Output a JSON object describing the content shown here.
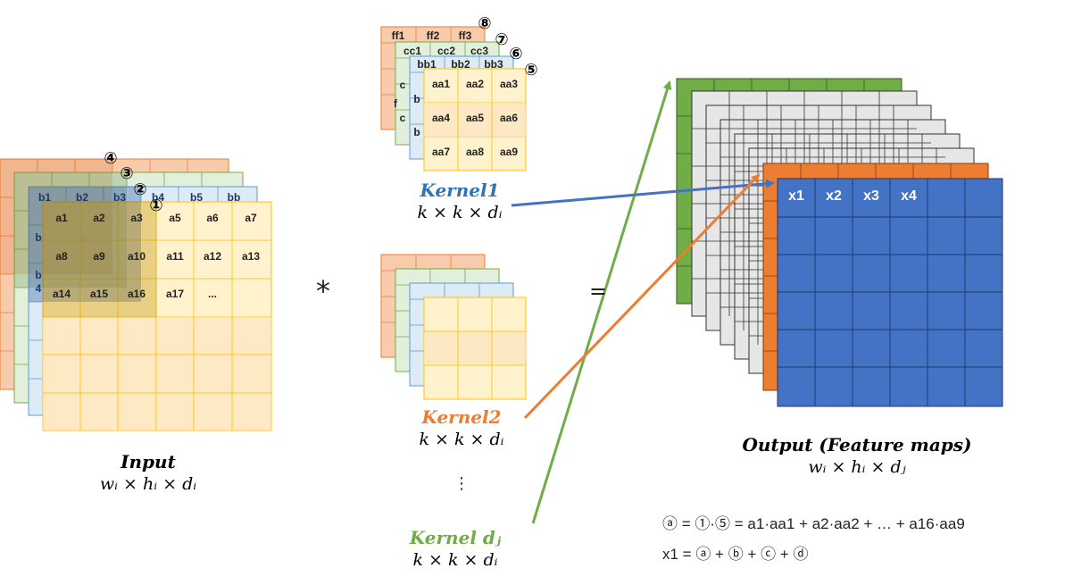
{
  "input": {
    "title": "Input",
    "dims": "wᵢ × hᵢ × dᵢ",
    "cells_a": [
      "a1",
      "a2",
      "a3",
      "a5",
      "a6",
      "a7",
      "a8",
      "a9",
      "a10",
      "a11",
      "a12",
      "a13",
      "a14",
      "a15",
      "a16",
      "a17",
      "..."
    ],
    "cells_b": [
      "b1",
      "b2",
      "b3",
      "b4",
      "b5",
      "bb"
    ],
    "frag_b": "b",
    "frag_4": "4",
    "markers": [
      "①",
      "②",
      "③",
      "④"
    ]
  },
  "kernel1": {
    "title": "Kernel1",
    "dims": "k × k × dᵢ",
    "cells_a": [
      "aa1",
      "aa2",
      "aa3",
      "aa4",
      "aa5",
      "aa6",
      "aa7",
      "aa8",
      "aa9"
    ],
    "cells_b": [
      "bb1",
      "bb2",
      "bb3"
    ],
    "cells_c": [
      "cc1",
      "cc2",
      "cc3"
    ],
    "cells_f": [
      "ff1",
      "ff2",
      "ff3"
    ],
    "frag_b": "b",
    "frag_c": "c",
    "frag_f": "f",
    "markers": [
      "⑤",
      "⑥",
      "⑦",
      "⑧"
    ]
  },
  "kernel2": {
    "title": "Kernel2",
    "dims": "k × k × dᵢ"
  },
  "ellipsis": "⋮",
  "kernel_dj": {
    "title": "Kernel dⱼ",
    "dims": "k × k × dᵢ"
  },
  "operators": {
    "convolve": "*",
    "equals": "="
  },
  "output": {
    "title": "Output (Feature maps)",
    "dims": "wᵢ × hᵢ × dⱼ",
    "cells": [
      "x1",
      "x2",
      "x3",
      "x4"
    ]
  },
  "equations": {
    "line1": "ⓐ = ①·⑤ = a1·aa1 + a2·aa2 + … + a16·aa9",
    "line2": "x1 = ⓐ + ⓑ + ⓒ + ⓓ"
  },
  "colors": {
    "orange": "#ED7D31",
    "green": "#70AD47",
    "blue": "#4472C4",
    "yellow": "#FFC000",
    "gray": "#D9D9D9"
  }
}
